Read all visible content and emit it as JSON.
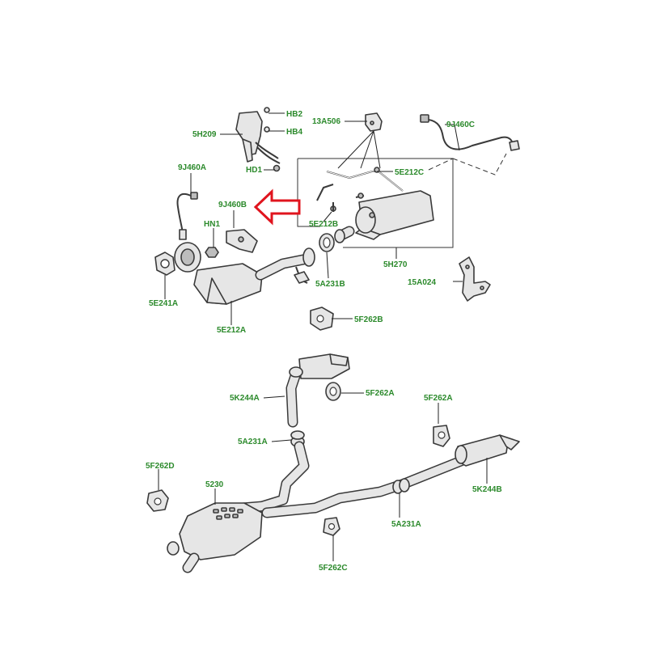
{
  "callouts": {
    "hb2": "HB2",
    "hb4": "HB4",
    "p5h209": "5H209",
    "p13a506": "13A506",
    "p9j460c": "9J460C",
    "hd1": "HD1",
    "p5e212c": "5E212C",
    "p9j460a": "9J460A",
    "p9j460b": "9J460B",
    "hn1": "HN1",
    "p5e212b": "5E212B",
    "p5h270": "5H270",
    "p15a024": "15A024",
    "p5a231b": "5A231B",
    "p5e241a": "5E241A",
    "p5e212a": "5E212A",
    "p5f262b": "5F262B",
    "p5k244a": "5K244A",
    "p5f262a_1": "5F262A",
    "p5f262a_2": "5F262A",
    "p5a231a_1": "5A231A",
    "p5f262d": "5F262D",
    "p5230": "5230",
    "p5k244b": "5K244B",
    "p5a231a_2": "5A231A",
    "p5f262c": "5F262C"
  },
  "colors": {
    "label": "#2c8a2c",
    "highlight_arrow": "#e0141e",
    "line": "#3a3a3a",
    "part_fill": "#e6e6e6"
  },
  "icons": {
    "highlight": "red-outline-arrow-icon"
  }
}
